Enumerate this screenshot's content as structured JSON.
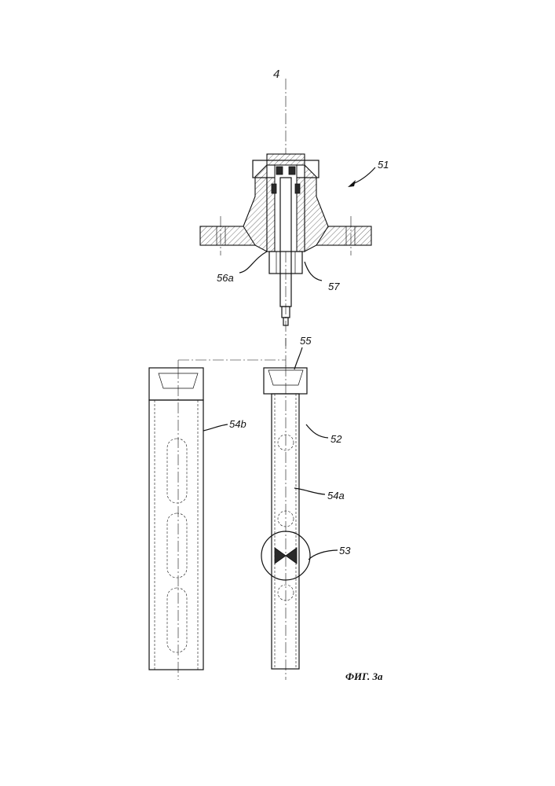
{
  "page_number": "4",
  "figure_caption": "ФИГ. 3a",
  "labels": {
    "l51": "51",
    "l56a": "56a",
    "l57": "57",
    "l55": "55",
    "l54b": "54b",
    "l52": "52",
    "l54a": "54a",
    "l53": "53"
  }
}
